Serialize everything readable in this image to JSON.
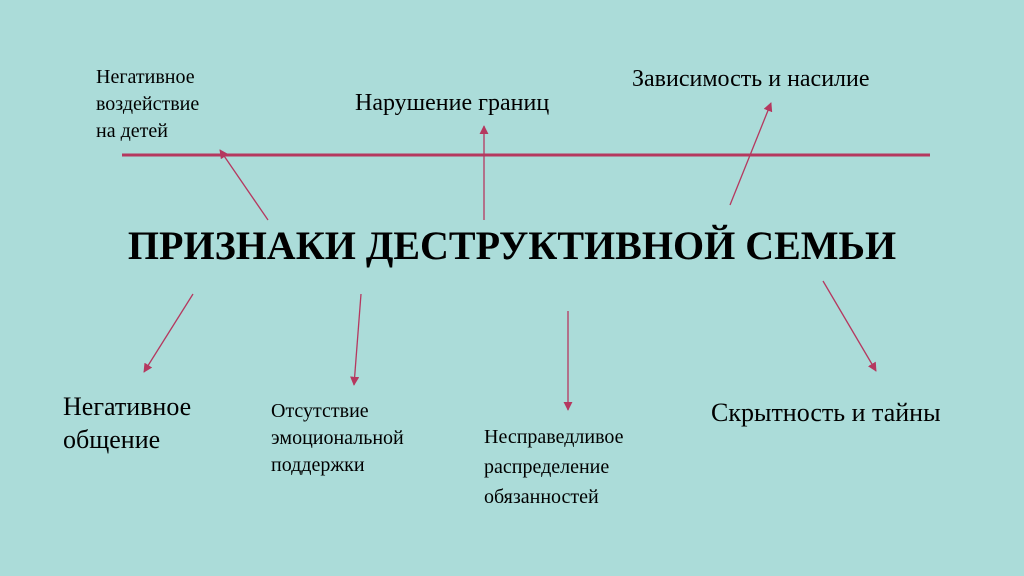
{
  "colors": {
    "background": "#abdcd9",
    "line": "#b5385f",
    "arrow": "#b5385f",
    "text": "#000000"
  },
  "title": "ПРИЗНАКИ ДЕСТРУКТИВНОЙ СЕМЬИ",
  "top_labels": {
    "negative_impact": "Негативное\nвоздействие\nна детей",
    "boundary_violation": "Нарушение границ",
    "dependence_violence": "Зависимость и насилие"
  },
  "bottom_labels": {
    "negative_communication": "Негативное\nобщение",
    "no_emotional_support": "Отсутствие\nэмоциональной\nподдержки",
    "unfair_duties": "Несправедливое\nраспределение\nобязанностей",
    "secrecy": "Скрытность и тайны"
  }
}
